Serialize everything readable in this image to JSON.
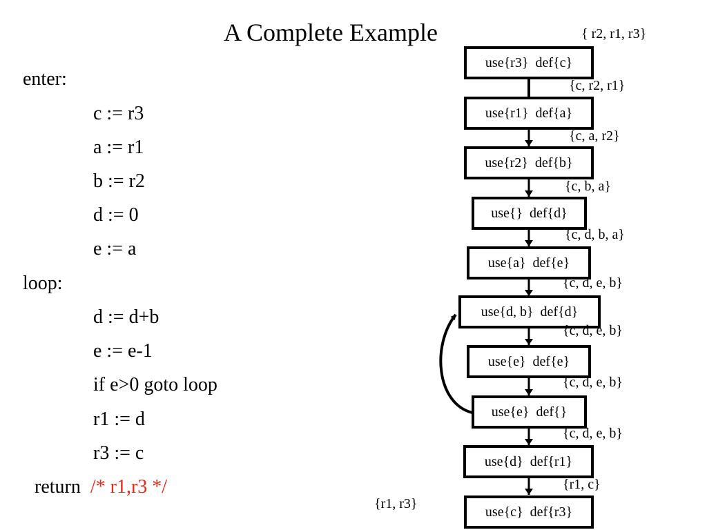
{
  "title": "A Complete Example",
  "code": {
    "enter_label": "enter:",
    "loop_label": "loop:",
    "lines": [
      "c := r3",
      "a := r1",
      "b := r2",
      "d := 0",
      "e := a",
      "d := d+b",
      "e := e-1",
      "if e>0 goto loop",
      "r1 := d",
      "r3 := c"
    ],
    "return_keyword": "return",
    "return_comment": "/* r1,r3 */"
  },
  "colors": {
    "comment": "#e8251e",
    "text": "#000000",
    "background": "#ffffff"
  },
  "flow": {
    "boxes": [
      "use{r3}  def{c}",
      "use{r1}  def{a}",
      "use{r2}  def{b}",
      "use{}  def{d}",
      "use{a}  def{e}",
      "use{d, b}  def{d}",
      "use{e}  def{e}",
      "use{e}  def{}",
      "use{d}  def{r1}",
      "use{c}  def{r3}"
    ],
    "live_sets": [
      "{ r2, r1, r3}",
      "{c, r2, r1}",
      "{c, a, r2}",
      "{c, b, a}",
      "{c, d, b, a}",
      "{c, d, e, b}",
      "{c, d, e, b}",
      "{c, d, e, b}",
      "{c, d, e, b}",
      "{r1, c}",
      "{r1, r3}"
    ],
    "back_edge": {
      "from_box": 7,
      "to_box": 5
    }
  }
}
